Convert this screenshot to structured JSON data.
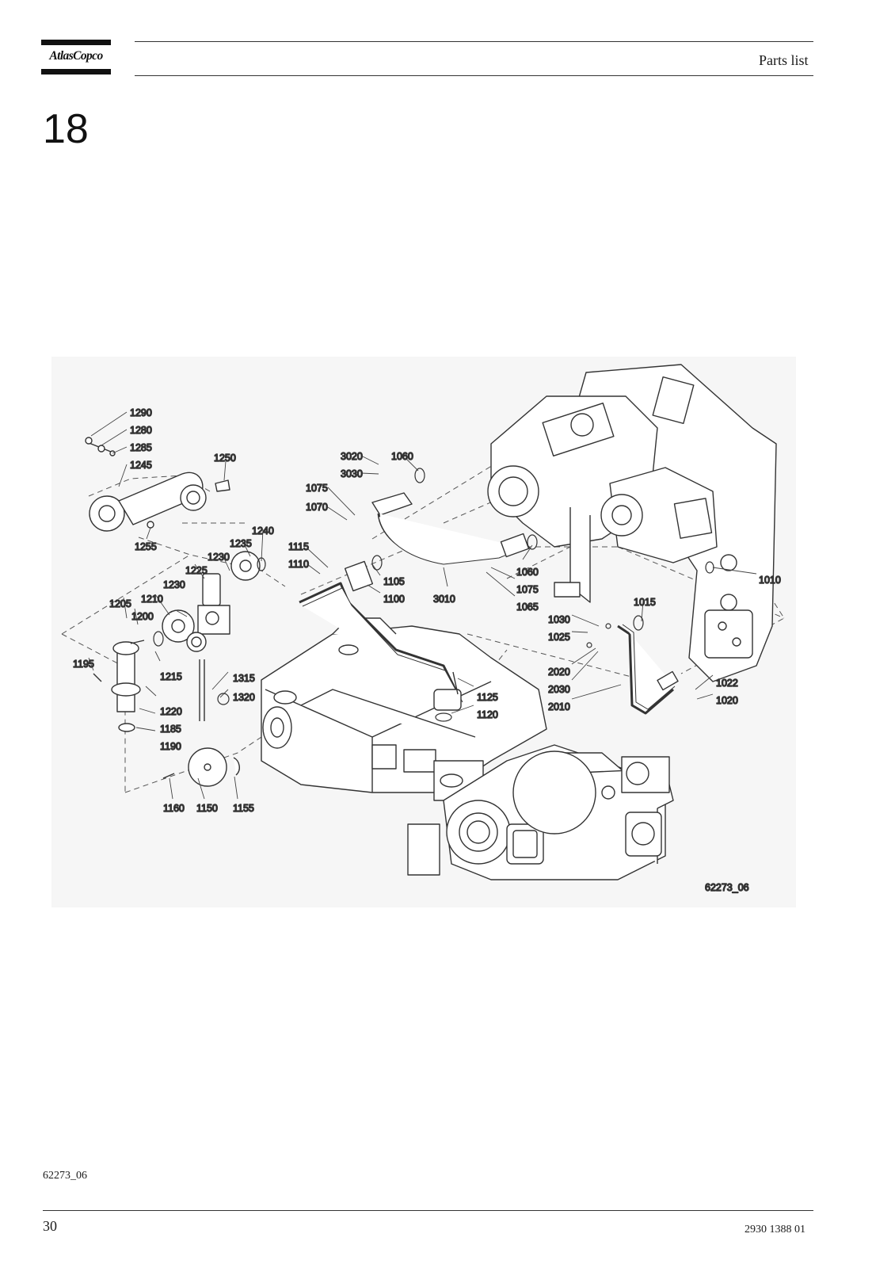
{
  "header": {
    "brand_logo_text": "AtlasCopco",
    "section_title": "Parts list"
  },
  "chapter_number": "18",
  "figure": {
    "drawing_id": "62273_06",
    "callouts": [
      "1290",
      "1280",
      "1285",
      "1245",
      "1250",
      "1255",
      "3020",
      "3030",
      "1060",
      "1075",
      "1070",
      "1115",
      "1110",
      "1105",
      "1100",
      "3010",
      "1075",
      "1065",
      "1060",
      "1010",
      "1240",
      "1235",
      "1230",
      "1225",
      "1230",
      "1210",
      "1205",
      "1200",
      "1195",
      "1215",
      "1220",
      "1185",
      "1190",
      "1315",
      "1320",
      "1125",
      "1120",
      "1160",
      "1150",
      "1155",
      "1030",
      "1025",
      "1015",
      "2020",
      "2030",
      "2010",
      "1022",
      "1020"
    ]
  },
  "footer": {
    "figure_reference": "62273_06",
    "page_number": "30",
    "document_number": "2930 1388 01"
  }
}
